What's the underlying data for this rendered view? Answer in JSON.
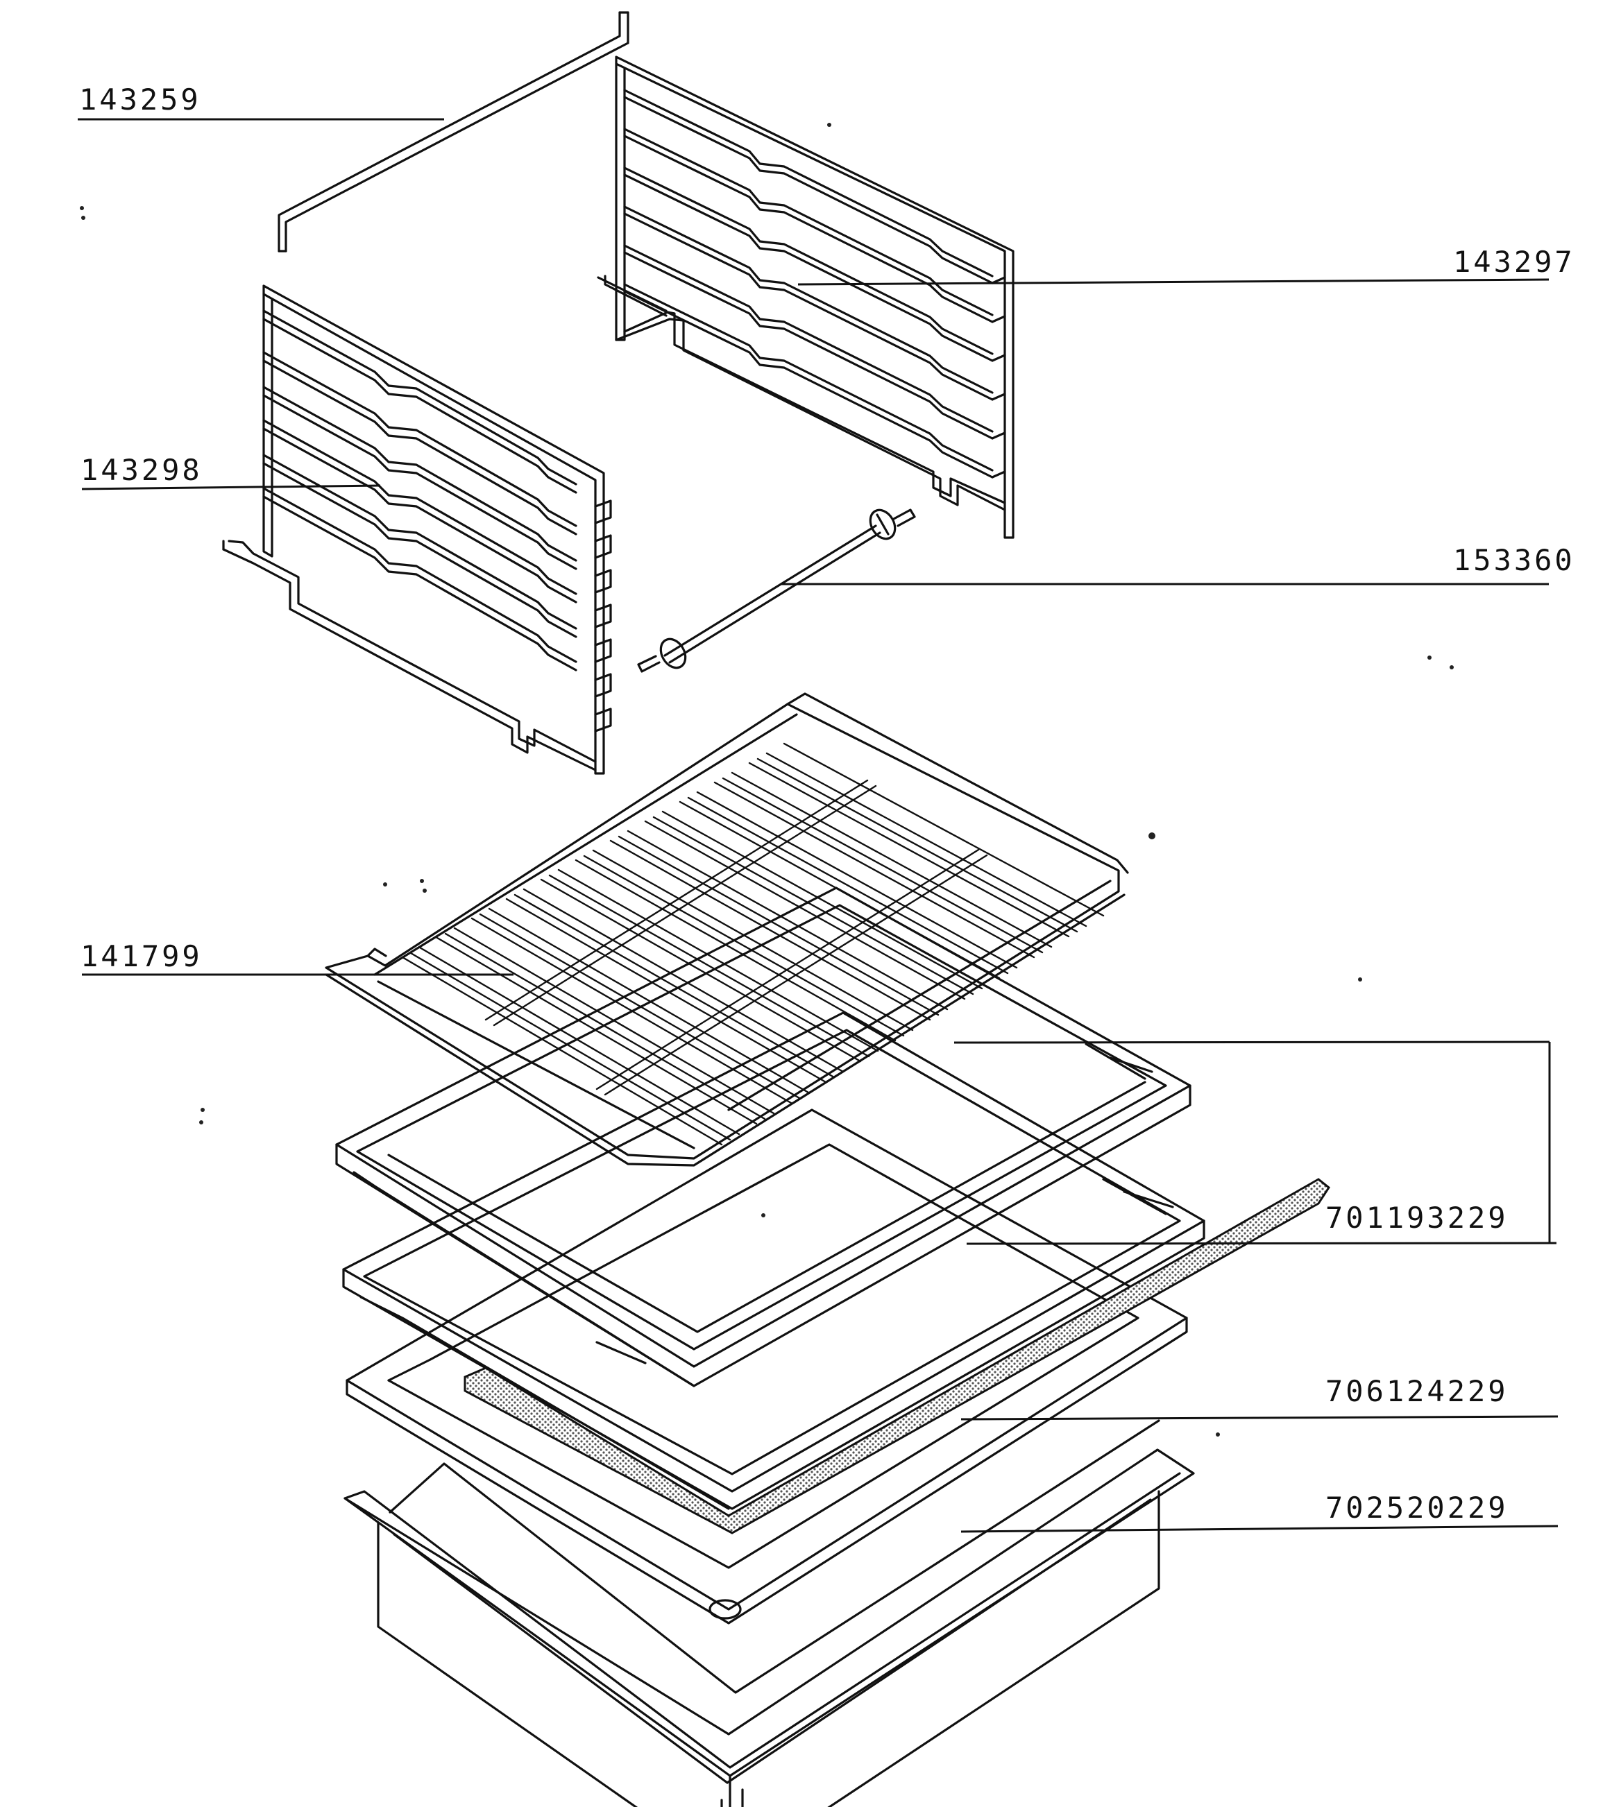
{
  "diagram": {
    "part_labels": {
      "p143259": "143259",
      "p143297": "143297",
      "p143298": "143298",
      "p153360": "153360",
      "p141799": "141799",
      "p701193229": "701193229",
      "p706124229": "706124229",
      "p702520229": "702520229"
    },
    "colors": {
      "ink": "#111111",
      "paper": "#ffffff",
      "mesh": "#bdbdbd"
    }
  }
}
